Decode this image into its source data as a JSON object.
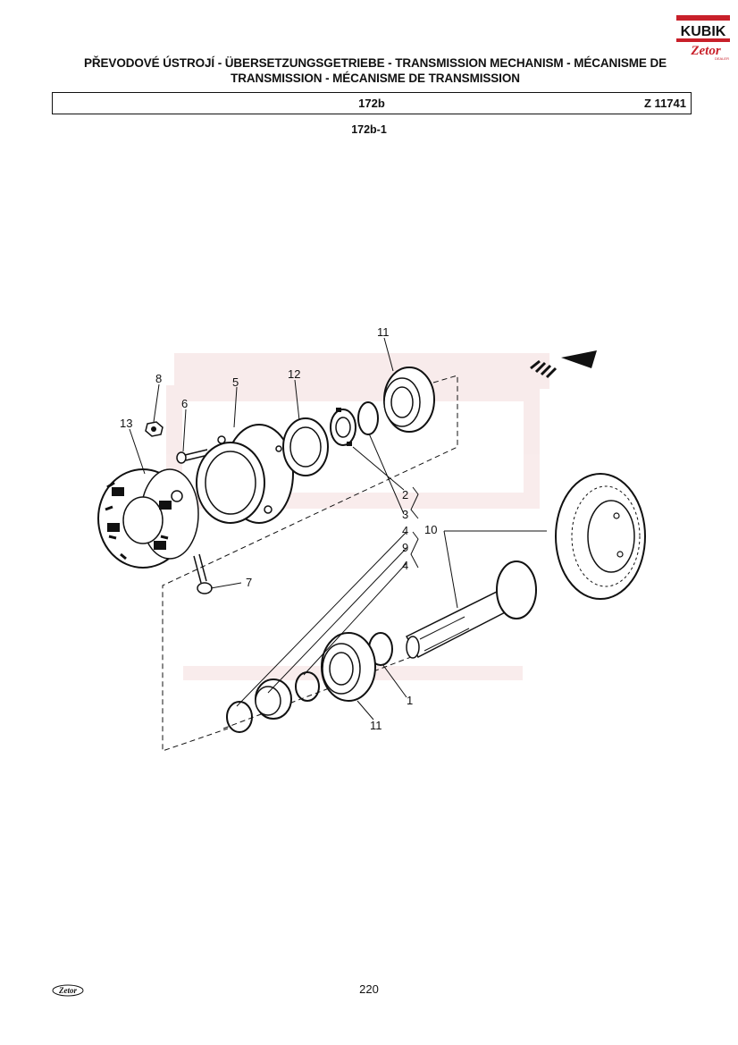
{
  "header": {
    "title": "PŘEVODOVÉ ÚSTROJÍ - ÜBERSETZUNGSGETRIEBE - TRANSMISSION MECHANISM - MÉCANISME DE TRANSMISSION - MÉCANISME DE TRANSMISSION",
    "section_code": "172b",
    "reference": "Z 11741"
  },
  "figure": {
    "id": "172b-1",
    "callouts": {
      "c1": "1",
      "c2": "2",
      "c3": "3",
      "c4a": "4",
      "c9": "9",
      "c4b": "4",
      "c5": "5",
      "c6": "6",
      "c7": "7",
      "c8": "8",
      "c10": "10",
      "c11a": "11",
      "c11b": "11",
      "c12": "12",
      "c13": "13"
    }
  },
  "logo": {
    "top_text": "KUBIK",
    "bottom_text": "Zetor",
    "dealer_text": "DEALER"
  },
  "footer": {
    "page_number": "220",
    "brand": "Zetor"
  },
  "colors": {
    "logo_red": "#c8202a",
    "ink": "#111111",
    "watermark": "#f4dcdc"
  }
}
